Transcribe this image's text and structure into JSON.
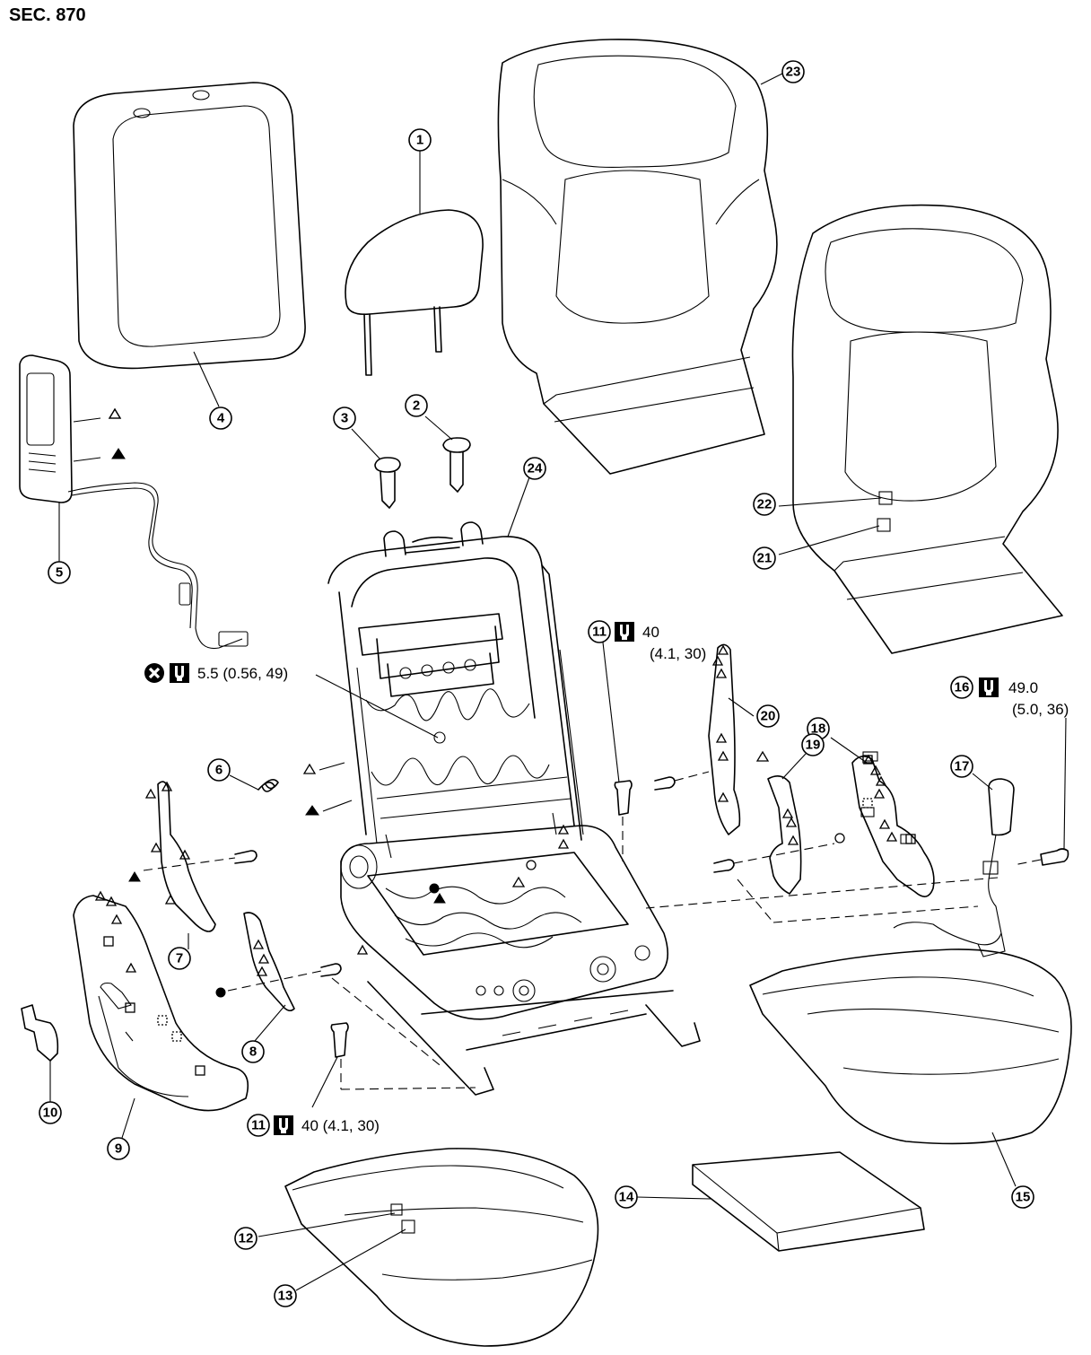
{
  "title": "SEC. 870",
  "callouts": [
    {
      "id": "c1",
      "label": "1"
    },
    {
      "id": "c2",
      "label": "2"
    },
    {
      "id": "c3",
      "label": "3"
    },
    {
      "id": "c4",
      "label": "4"
    },
    {
      "id": "c5",
      "label": "5"
    },
    {
      "id": "c6",
      "label": "6"
    },
    {
      "id": "c7",
      "label": "7"
    },
    {
      "id": "c8",
      "label": "8"
    },
    {
      "id": "c9",
      "label": "9"
    },
    {
      "id": "c10",
      "label": "10"
    },
    {
      "id": "c11a",
      "label": "11"
    },
    {
      "id": "c11b",
      "label": "11"
    },
    {
      "id": "c12",
      "label": "12"
    },
    {
      "id": "c13",
      "label": "13"
    },
    {
      "id": "c14",
      "label": "14"
    },
    {
      "id": "c15",
      "label": "15"
    },
    {
      "id": "c16",
      "label": "16"
    },
    {
      "id": "c17",
      "label": "17"
    },
    {
      "id": "c18",
      "label": "18"
    },
    {
      "id": "c19",
      "label": "19"
    },
    {
      "id": "c20",
      "label": "20"
    },
    {
      "id": "c21",
      "label": "21"
    },
    {
      "id": "c22",
      "label": "22"
    },
    {
      "id": "c23",
      "label": "23"
    },
    {
      "id": "c24",
      "label": "24"
    }
  ],
  "torques": {
    "part11_upper_line1": "40",
    "part11_upper_line2": "(4.1, 30)",
    "part11_lower": "40 (4.1, 30)",
    "part16_line1": "49.0",
    "part16_line2": "(5.0, 36)",
    "seatback_bolt": "5.5 (0.56, 49)"
  },
  "icons": [
    "torque-wrench-icon",
    "do-not-reuse-icon",
    "open-triangle-symbol",
    "solid-triangle-symbol",
    "open-circle-symbol",
    "solid-circle-symbol",
    "open-square-symbol",
    "dotted-square-symbol"
  ]
}
